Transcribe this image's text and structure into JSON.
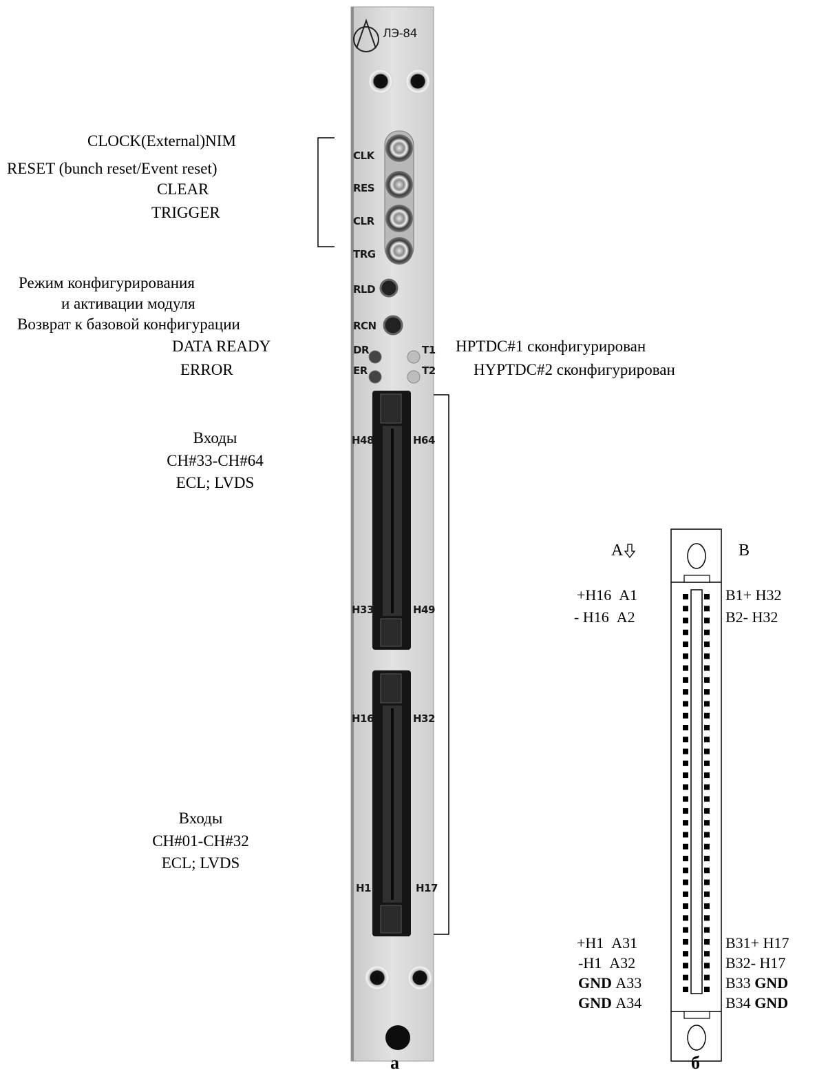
{
  "panel": {
    "logo_text": "ЛЭ-84",
    "labels": {
      "clk": "CLK",
      "res": "RES",
      "clr": "CLR",
      "trg": "TRG",
      "rld": "RLD",
      "rcn": "RCN",
      "dr": "DR",
      "er": "ER",
      "t1": "T1",
      "t2": "T2",
      "h48": "H48",
      "h64": "H64",
      "h33": "H33",
      "h49": "H49",
      "h16": "H16",
      "h32": "H32",
      "h1": "H1",
      "h17": "H17"
    }
  },
  "annotations": {
    "clock": "CLOCK(External)NIM",
    "reset": "RESET  (bunch reset/Event reset)",
    "clear": "CLEAR",
    "trigger": "TRIGGER",
    "config_mode_1": "Режим конфигурирования",
    "config_mode_2": "и  активации модуля",
    "return_base": "Возврат к базовой конфигурации",
    "data_ready": "DATA READY",
    "error": "ERROR",
    "hptdc1": "HPTDC#1 сконфигурирован",
    "hptdc2": "HYPTDC#2 сконфигурирован",
    "inputs_upper": {
      "title": "Входы",
      "channels": "CH#33-CH#64",
      "levels": "ECL; LVDS"
    },
    "inputs_lower": {
      "title": "Входы",
      "channels": "CH#01-CH#32",
      "levels": "ECL; LVDS"
    }
  },
  "connector": {
    "col_a": "A",
    "col_b": "B",
    "pins_top_left": [
      {
        "signal": "+H16",
        "pin": "A1"
      },
      {
        "signal": "- H16",
        "pin": "A2"
      }
    ],
    "pins_top_right": [
      {
        "pin": "B1+",
        "signal": "H32"
      },
      {
        "pin": "B2-",
        "signal": "H32"
      }
    ],
    "pins_bottom_left": [
      {
        "signal": "+H1",
        "pin": "A31"
      },
      {
        "signal": "-H1",
        "pin": "A32"
      },
      {
        "signal": "GND",
        "pin": "A33"
      },
      {
        "signal": "GND",
        "pin": "A34"
      }
    ],
    "pins_bottom_right": [
      {
        "pin": "B31+",
        "signal": "H17"
      },
      {
        "pin": "B32-",
        "signal": "H17"
      },
      {
        "pin": "B33",
        "signal": "GND"
      },
      {
        "pin": "B34",
        "signal": "GND"
      }
    ]
  },
  "captions": {
    "a": "а",
    "b": "б"
  }
}
